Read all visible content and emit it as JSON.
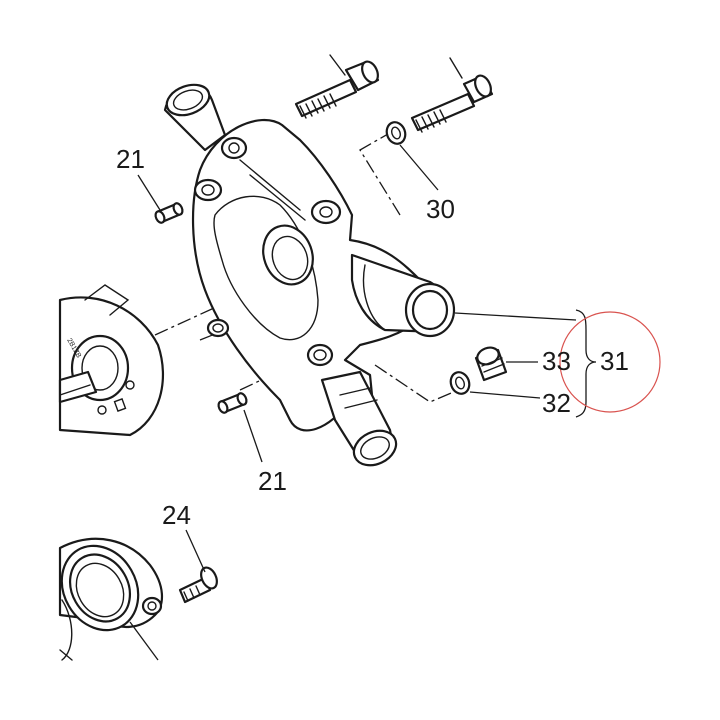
{
  "callouts": {
    "c21_top": "21",
    "c21_bottom": "21",
    "c30": "30",
    "c31": "31",
    "c32": "32",
    "c33": "33",
    "c24": "24"
  },
  "part_marking": "2B1ZB",
  "colors": {
    "highlight_circle": "#d9534f",
    "line": "#1a1a1a"
  }
}
